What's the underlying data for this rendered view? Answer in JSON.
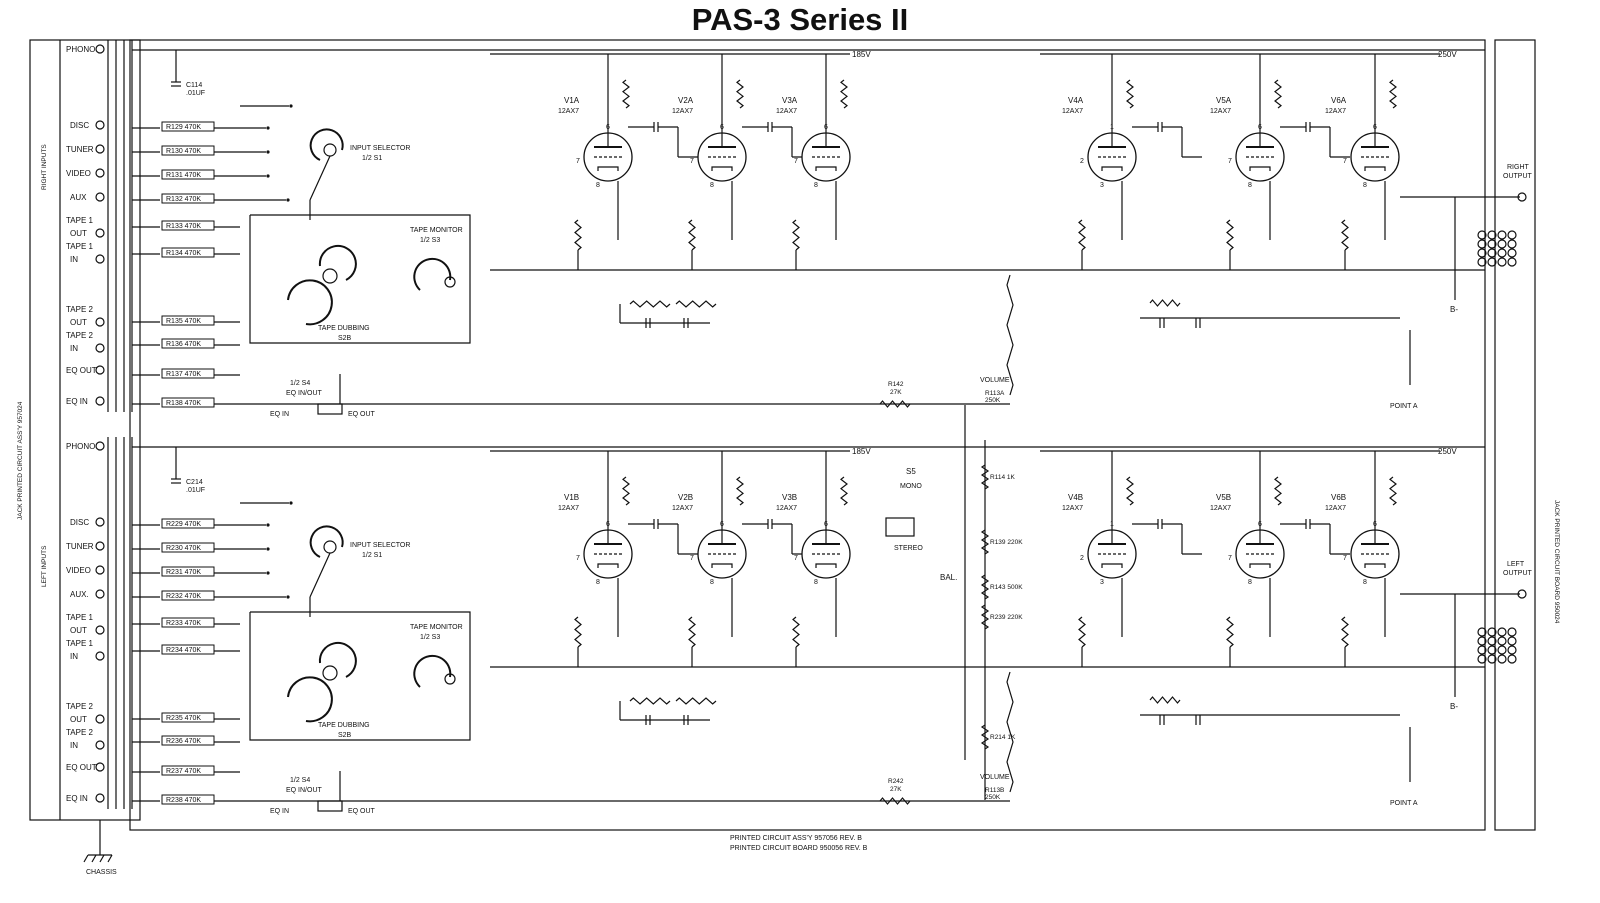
{
  "title": "PAS-3 Series II",
  "right_channel": {
    "side_label": "RIGHT INPUTS",
    "inputs": [
      "PHONO",
      "DISC",
      "TUNER",
      "VIDEO",
      "AUX",
      "TAPE 1",
      "OUT",
      "TAPE 1",
      "IN",
      "TAPE 2",
      "OUT",
      "TAPE 2",
      "IN",
      "EQ OUT",
      "EQ IN"
    ],
    "resistors": [
      "R129  470K",
      "R130  470K",
      "R131  470K",
      "R132  470K",
      "R133  470K",
      "R134  470K",
      "R135  470K",
      "R136  470K",
      "R137  470K",
      "R138  470K"
    ],
    "cap_in": [
      "C114",
      ".01UF"
    ],
    "input_selector": [
      "INPUT SELECTOR",
      "1/2  S1"
    ],
    "tape_monitor": [
      "TAPE MONITOR",
      "1/2  S3"
    ],
    "tape_dubbing": [
      "TAPE DUBBING",
      "S2B"
    ],
    "eq_switch": [
      "1/2  S4",
      "EQ IN/OUT"
    ],
    "eq_in": "EQ IN",
    "eq_out": "EQ OUT",
    "tubes": [
      {
        "name": "V1A",
        "type": "12AX7"
      },
      {
        "name": "V2A",
        "type": "12AX7"
      },
      {
        "name": "V3A",
        "type": "12AX7"
      },
      {
        "name": "V4A",
        "type": "12AX7"
      },
      {
        "name": "V5A",
        "type": "12AX7"
      },
      {
        "name": "V6A",
        "type": "12AX7"
      }
    ],
    "b_plus_1": "185V",
    "b_plus_2": "250V",
    "output": [
      "RIGHT",
      "OUTPUT"
    ],
    "b_minus": "B-",
    "point": "POINT  A",
    "volume": "VOLUME",
    "volume_part": [
      "R113A",
      "250K"
    ],
    "r142": [
      "R142",
      "27K"
    ]
  },
  "left_channel": {
    "side_label": "LEFT INPUTS",
    "inputs": [
      "PHONO",
      "DISC",
      "TUNER",
      "VIDEO",
      "AUX.",
      "TAPE 1",
      "OUT",
      "TAPE 1",
      "IN",
      "TAPE 2",
      "OUT",
      "TAPE 2",
      "IN",
      "EQ OUT",
      "EQ IN"
    ],
    "resistors": [
      "R229  470K",
      "R230  470K",
      "R231  470K",
      "R232  470K",
      "R233  470K",
      "R234  470K",
      "R235  470K",
      "R236  470K",
      "R237  470K",
      "R238  470K"
    ],
    "cap_in": [
      "C214",
      ".01UF"
    ],
    "input_selector": [
      "INPUT SELECTOR",
      "1/2  S1"
    ],
    "tape_monitor": [
      "TAPE MONITOR",
      "1/2  S3"
    ],
    "tape_dubbing": [
      "TAPE DUBBING",
      "S2B"
    ],
    "eq_switch": [
      "1/2  S4",
      "EQ IN/OUT"
    ],
    "eq_in": "EQ IN",
    "eq_out": "EQ OUT",
    "tubes": [
      {
        "name": "V1B",
        "type": "12AX7"
      },
      {
        "name": "V2B",
        "type": "12AX7"
      },
      {
        "name": "V3B",
        "type": "12AX7"
      },
      {
        "name": "V4B",
        "type": "12AX7"
      },
      {
        "name": "V5B",
        "type": "12AX7"
      },
      {
        "name": "V6B",
        "type": "12AX7"
      }
    ],
    "b_plus_1": "185V",
    "b_plus_2": "250V",
    "output": [
      "LEFT",
      "OUTPUT"
    ],
    "b_minus": "B-",
    "point": "POINT  A",
    "volume": "VOLUME",
    "volume_part": [
      "R113B",
      "250K"
    ],
    "r242": [
      "R242",
      "27K"
    ]
  },
  "balance": {
    "mode_switch": [
      "S5",
      "MONO",
      "STEREO"
    ],
    "bal_label": "BAL.",
    "parts": [
      "R114  1K",
      "R139  220K",
      "R143  500K",
      "R239  220K",
      "R214  1K"
    ]
  },
  "chassis": "CHASSIS",
  "footer": [
    "PRINTED CIRCUIT ASS'Y 957056  REV. B",
    "PRINTED CIRCUIT BOARD 950056  REV. B"
  ],
  "jack_board_label": "JACK PRINTED CIRCUIT ASS'Y 957024",
  "jack_board_label2": "JACK PRINTED CIRCUIT BOARD 950024"
}
